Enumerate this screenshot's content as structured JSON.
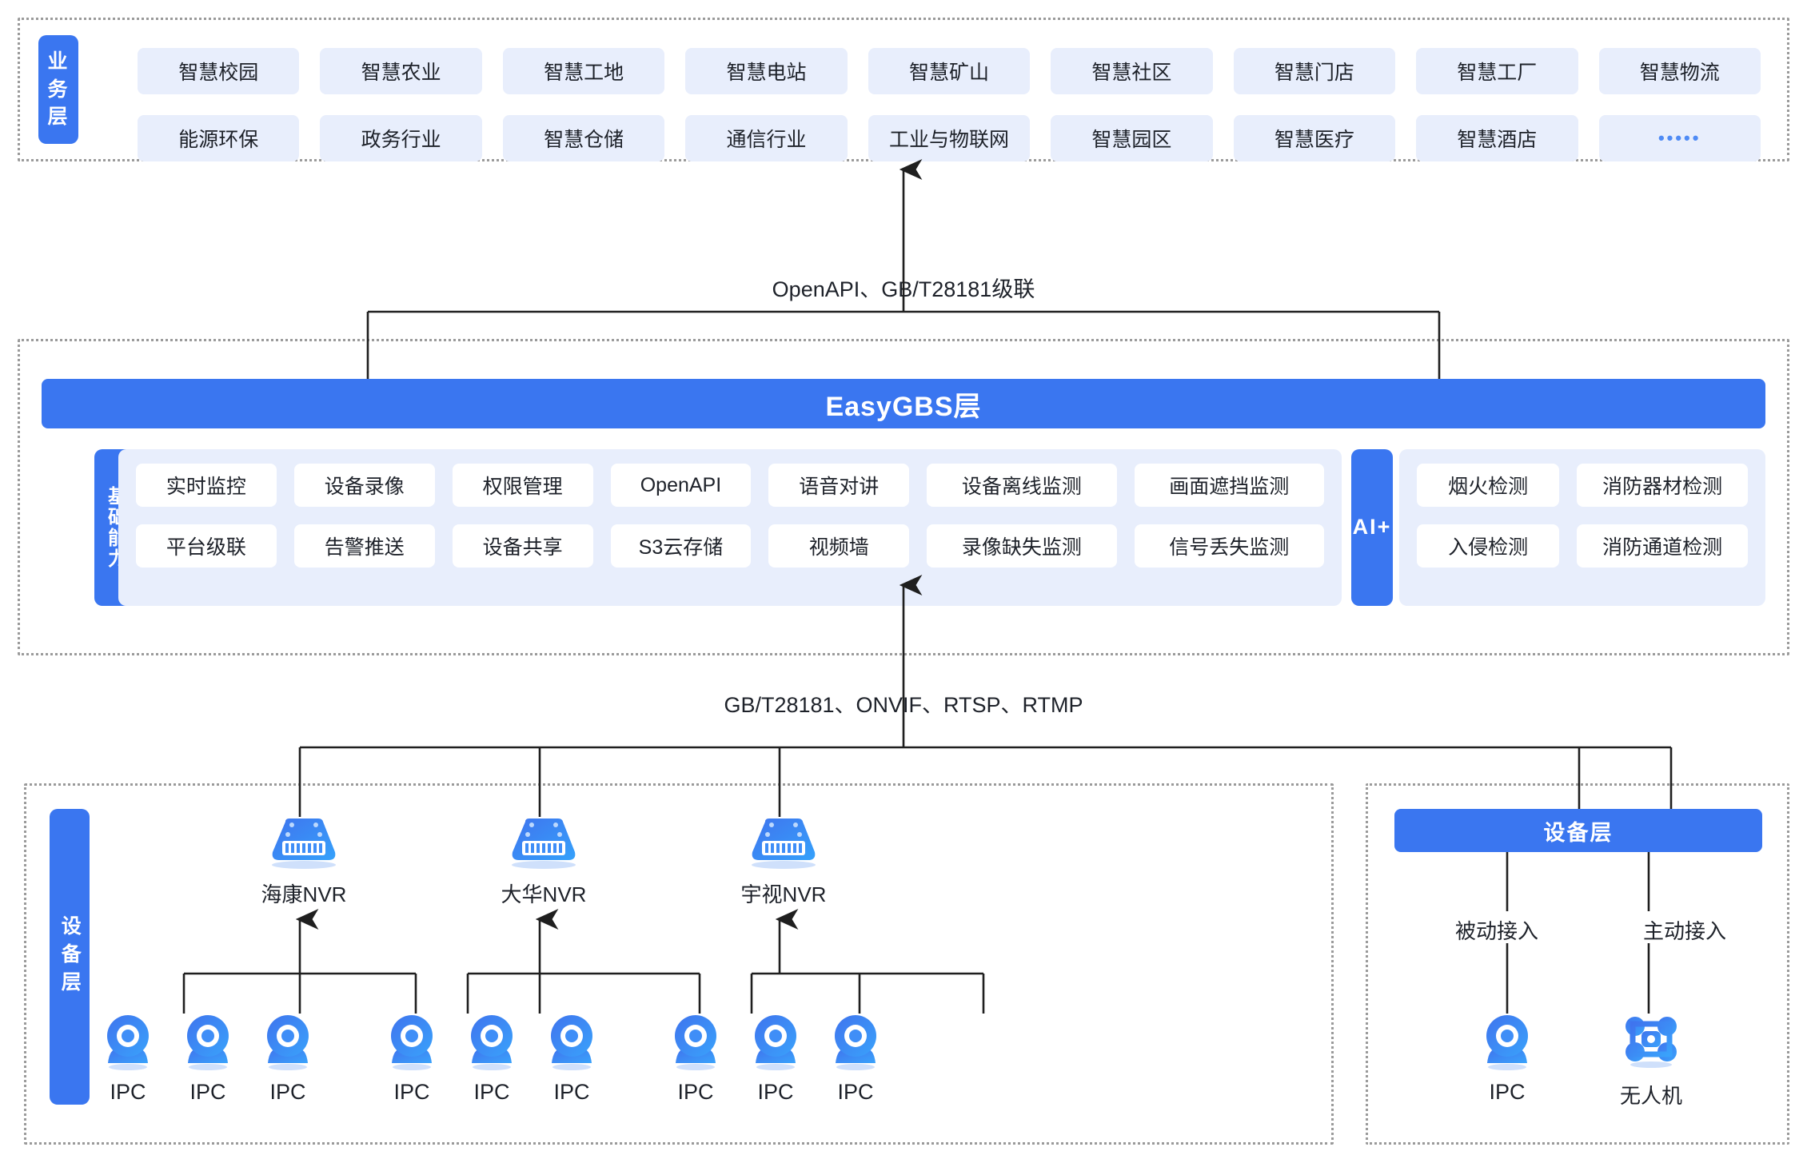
{
  "business_layer": {
    "tab_label": "业务层",
    "rows": [
      [
        "智慧校园",
        "智慧农业",
        "智慧工地",
        "智慧电站",
        "智慧矿山",
        "智慧社区",
        "智慧门店",
        "智慧工厂",
        "智慧物流"
      ],
      [
        "能源环保",
        "政务行业",
        "智慧仓储",
        "通信行业",
        "工业与物联网",
        "智慧园区",
        "智慧医疗",
        "智慧酒店",
        "•••••"
      ]
    ]
  },
  "connectors": {
    "upper_protocol": "OpenAPI、GB/T28181级联",
    "lower_protocol": "GB/T28181、ONVIF、RTSP、RTMP"
  },
  "platform_layer": {
    "title": "EasyGBS层",
    "tab_label": "基础能力",
    "capability_rows": [
      [
        "实时监控",
        "设备录像",
        "权限管理",
        "OpenAPI",
        "语音对讲",
        "设备离线监测",
        "画面遮挡监测"
      ],
      [
        "平台级联",
        "告警推送",
        "设备共享",
        "S3云存储",
        "视频墙",
        "录像缺失监测",
        "信号丢失监测"
      ]
    ],
    "ai": {
      "tab_label": "AI+",
      "rows": [
        [
          "烟火检测",
          "消防器材检测"
        ],
        [
          "入侵检测",
          "消防通道检测"
        ]
      ]
    }
  },
  "device_layer_left": {
    "tab_label": "设备层",
    "nvr_groups": [
      {
        "nvr_label": "海康NVR",
        "cameras": [
          "IPC",
          "IPC",
          "IPC"
        ]
      },
      {
        "nvr_label": "大华NVR",
        "cameras": [
          "IPC",
          "IPC",
          "IPC"
        ]
      },
      {
        "nvr_label": "宇视NVR",
        "cameras": [
          "IPC",
          "IPC",
          "IPC"
        ]
      }
    ]
  },
  "device_layer_right": {
    "bar_label": "设备层",
    "branches": [
      {
        "access_label": "被动接入",
        "device_label": "IPC",
        "icon": "camera-icon"
      },
      {
        "access_label": "主动接入",
        "device_label": "无人机",
        "icon": "drone-icon"
      }
    ]
  },
  "colors": {
    "brand_blue": "#3a76f0",
    "chip_bg": "#e8eefc",
    "panel_border": "#9a9a9a",
    "text": "#1d2129"
  }
}
